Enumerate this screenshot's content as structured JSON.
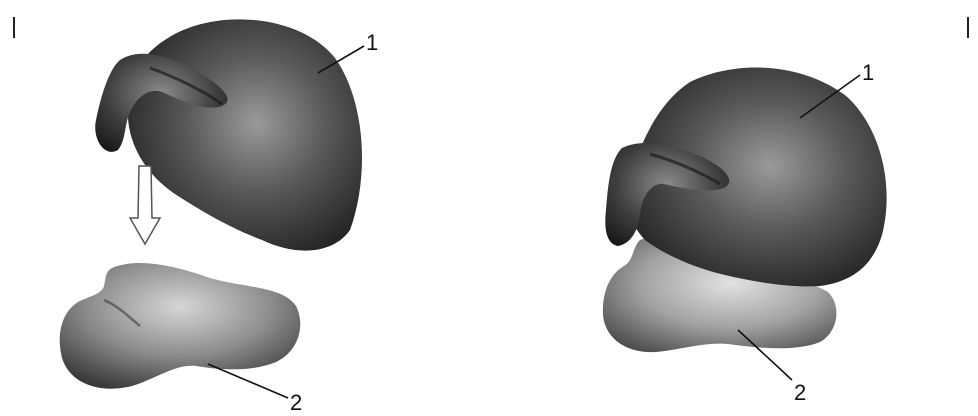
{
  "colors": {
    "dark_subunit": "#4a4a4a",
    "light_subunit": "#8a8a8a",
    "leader_line": "#111111",
    "arrow_outline": "#555555"
  },
  "left_panel": {
    "label_large_subunit": "1",
    "label_small_subunit": "2"
  },
  "right_panel": {
    "label_large_subunit": "1",
    "label_small_subunit": "2"
  }
}
